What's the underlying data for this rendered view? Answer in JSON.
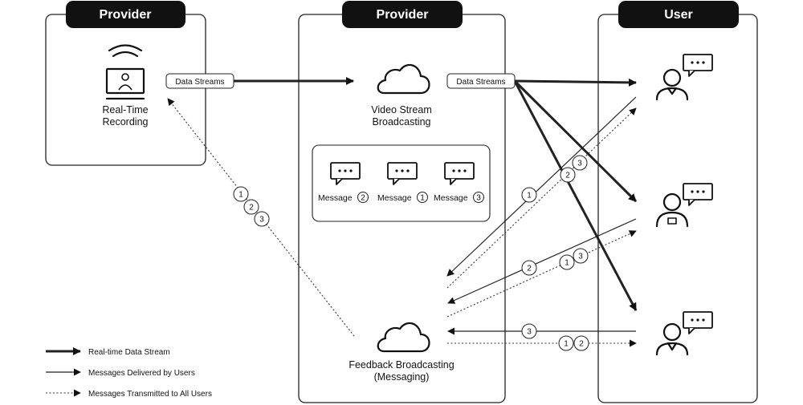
{
  "panels": {
    "provider_left": "Provider",
    "provider_center": "Provider",
    "user": "User"
  },
  "nodes": {
    "recording_line1": "Real-Time",
    "recording_line2": "Recording",
    "video_line1": "Video Stream",
    "video_line2": "Broadcasting",
    "feedback_line1": "Feedback Broadcasting",
    "feedback_line2": "(Messaging)"
  },
  "tags": {
    "data_streams_left": "Data Streams",
    "data_streams_center": "Data Streams"
  },
  "messages": [
    {
      "label": "Message",
      "num": "2"
    },
    {
      "label": "Message",
      "num": "1"
    },
    {
      "label": "Message",
      "num": "3"
    }
  ],
  "badges": {
    "left": [
      "1",
      "2",
      "3"
    ],
    "user1_in": [
      "2",
      "3"
    ],
    "user1_out": [
      "1"
    ],
    "user2_in": [
      "1",
      "3"
    ],
    "user2_out": [
      "2"
    ],
    "user3_out": [
      "3"
    ],
    "user3_in": [
      "1",
      "2"
    ]
  },
  "legend": {
    "thick": "Real-time Data Stream",
    "solid": "Messages Delivered by Users",
    "dotted": "Messages Transmitted to All Users"
  }
}
